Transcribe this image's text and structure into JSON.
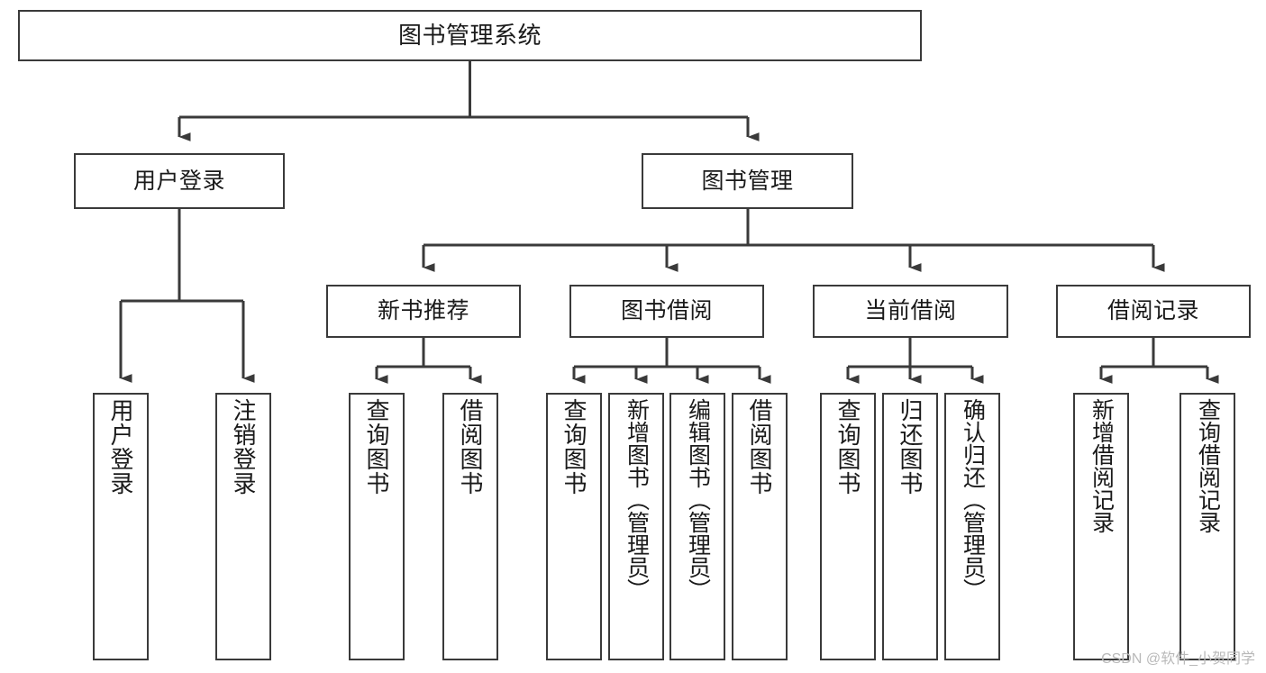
{
  "diagram": {
    "type": "tree-hierarchy-chart",
    "title": "图书管理系统",
    "edge_color": "#3a3a3a",
    "node_border_color": "#3a3a3a",
    "node_fill_color": "#ffffff",
    "text_color": "#1a1a1a",
    "levels": [
      {
        "level": 1,
        "nodes": [
          {
            "id": "root",
            "label": "图书管理系统",
            "orientation": "horizontal"
          }
        ]
      },
      {
        "level": 2,
        "nodes": [
          {
            "id": "user-login",
            "label": "用户登录",
            "orientation": "horizontal",
            "parent": "root"
          },
          {
            "id": "book-mgmt",
            "label": "图书管理",
            "orientation": "horizontal",
            "parent": "root"
          }
        ]
      },
      {
        "level": 3,
        "nodes": [
          {
            "id": "new-book-rec",
            "label": "新书推荐",
            "orientation": "horizontal",
            "parent": "book-mgmt"
          },
          {
            "id": "book-borrow",
            "label": "图书借阅",
            "orientation": "horizontal",
            "parent": "book-mgmt"
          },
          {
            "id": "current-borrow",
            "label": "当前借阅",
            "orientation": "horizontal",
            "parent": "book-mgmt"
          },
          {
            "id": "borrow-record",
            "label": "借阅记录",
            "orientation": "horizontal",
            "parent": "book-mgmt"
          }
        ]
      },
      {
        "level": 4,
        "nodes": [
          {
            "id": "leaf-user-login",
            "label": "用户登录",
            "orientation": "vertical",
            "parent": "user-login"
          },
          {
            "id": "leaf-logout",
            "label": "注销登录",
            "orientation": "vertical",
            "parent": "user-login"
          },
          {
            "id": "leaf-query-book-1",
            "label": "查询图书",
            "orientation": "vertical",
            "parent": "new-book-rec"
          },
          {
            "id": "leaf-borrow-book-1",
            "label": "借阅图书",
            "orientation": "vertical",
            "parent": "new-book-rec"
          },
          {
            "id": "leaf-query-book-2",
            "label": "查询图书",
            "orientation": "vertical",
            "parent": "book-borrow"
          },
          {
            "id": "leaf-add-book",
            "label": "新增图书（管理员）",
            "orientation": "vertical",
            "parent": "book-borrow"
          },
          {
            "id": "leaf-edit-book",
            "label": "编辑图书（管理员）",
            "orientation": "vertical",
            "parent": "book-borrow"
          },
          {
            "id": "leaf-borrow-book-2",
            "label": "借阅图书",
            "orientation": "vertical",
            "parent": "book-borrow"
          },
          {
            "id": "leaf-query-book-3",
            "label": "查询图书",
            "orientation": "vertical",
            "parent": "current-borrow"
          },
          {
            "id": "leaf-return-book",
            "label": "归还图书",
            "orientation": "vertical",
            "parent": "current-borrow"
          },
          {
            "id": "leaf-confirm-return",
            "label": "确认归还（管理员）",
            "orientation": "vertical",
            "parent": "current-borrow"
          },
          {
            "id": "leaf-add-record",
            "label": "新增借阅记录",
            "orientation": "vertical",
            "parent": "borrow-record"
          },
          {
            "id": "leaf-query-record",
            "label": "查询借阅记录",
            "orientation": "vertical",
            "parent": "borrow-record"
          }
        ]
      }
    ]
  },
  "watermark": {
    "text": "CSDN @软件_小贺同学"
  }
}
